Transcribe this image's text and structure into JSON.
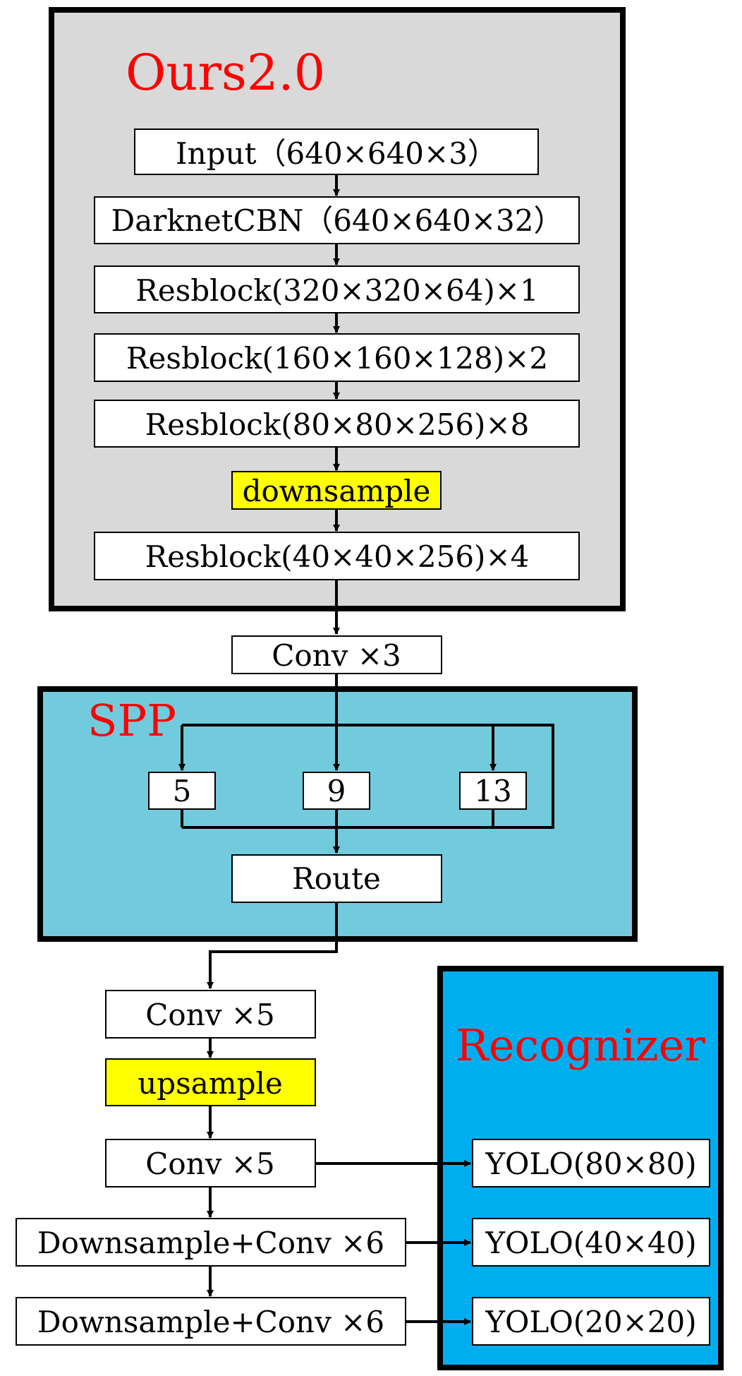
{
  "colors": {
    "backbone_panel": "#d9d9d9",
    "spp_panel": "#72cbdc",
    "recognizer_panel": "#00aeef",
    "highlight_box": "#ffff00",
    "title_red": "#ff0000",
    "line": "#000000"
  },
  "backbone": {
    "title": "Ours2.0",
    "layers": [
      "Input（640×640×3）",
      "DarknetCBN（640×640×32）",
      "Resblock(320×320×64)×1",
      "Resblock(160×160×128)×2",
      "Resblock(80×80×256)×8",
      "downsample",
      "Resblock(40×40×256)×4"
    ]
  },
  "neck": {
    "conv3": "Conv ×3"
  },
  "spp": {
    "title": "SPP",
    "pools": [
      "5",
      "9",
      "13"
    ],
    "route": "Route"
  },
  "head": {
    "layers": [
      "Conv ×5",
      "upsample",
      "Conv ×5",
      "Downsample+Conv ×6",
      "Downsample+Conv ×6"
    ]
  },
  "recognizer": {
    "title": "Recognizer",
    "outputs": [
      "YOLO(80×80)",
      "YOLO(40×40)",
      "YOLO(20×20)"
    ]
  }
}
